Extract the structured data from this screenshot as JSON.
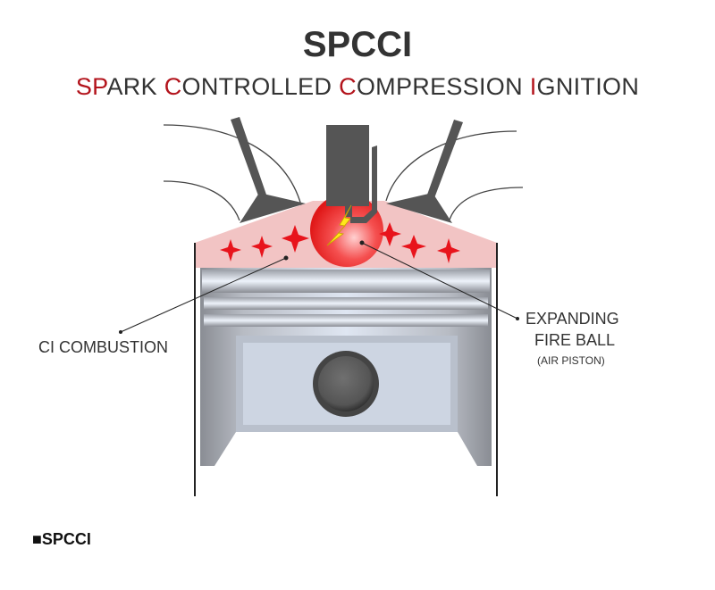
{
  "title": "SPCCI",
  "subtitle": {
    "parts": [
      {
        "text": "S",
        "accent": true
      },
      {
        "text": "P",
        "accent": true
      },
      {
        "text": "ARK ",
        "accent": false
      },
      {
        "text": "C",
        "accent": true
      },
      {
        "text": "ONTROLLED ",
        "accent": false
      },
      {
        "text": "C",
        "accent": true
      },
      {
        "text": "OMPRESSION ",
        "accent": false
      },
      {
        "text": "I",
        "accent": true
      },
      {
        "text": "GNITION",
        "accent": false
      }
    ]
  },
  "labels": {
    "ci_combustion": "CI COMBUSTION",
    "expanding": "EXPANDING",
    "fire_ball": "FIRE BALL",
    "air_piston": "(AIR PISTON)"
  },
  "footer": {
    "bullet": "■",
    "text": "SPCCI"
  },
  "colors": {
    "accent": "#b3141c",
    "chamber": "#f2c4c4",
    "star": "#e8141c",
    "metal": "#555555"
  }
}
